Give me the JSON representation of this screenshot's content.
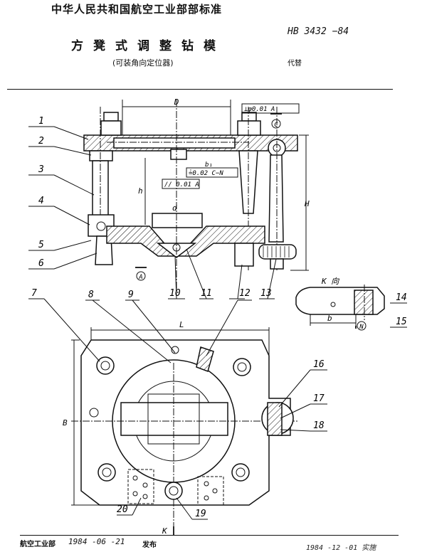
{
  "header": {
    "ministry": "中华人民共和国航空工业部部标准",
    "title": "方凳式调整钻模",
    "subtitle": "(可装角向定位器)",
    "standard_no": "HB 3432 −84",
    "replaces": "代替"
  },
  "drawing": {
    "dimensions": {
      "D": "D",
      "H": "H",
      "h": "h",
      "d": "d",
      "L": "L",
      "B": "B",
      "b1": "b₁",
      "b": "b"
    },
    "tolerances": {
      "perp": "⊥φ0.01 A",
      "sym": "≟0.02 C−N",
      "par": "// 0.01 A"
    },
    "datums": {
      "A": "A",
      "C": "C",
      "N": "N"
    },
    "view_labels": {
      "k_view": "K 向",
      "k_arrow": "K"
    },
    "part_numbers": [
      "1",
      "2",
      "3",
      "4",
      "5",
      "6",
      "7",
      "8",
      "9",
      "10",
      "11",
      "12",
      "13",
      "14",
      "15",
      "16",
      "17",
      "18",
      "19",
      "20"
    ]
  },
  "footer": {
    "org": "航空工业部",
    "date": "1984 -06 -21",
    "issued": "发布",
    "right": "1984 -12 -01 实施"
  }
}
